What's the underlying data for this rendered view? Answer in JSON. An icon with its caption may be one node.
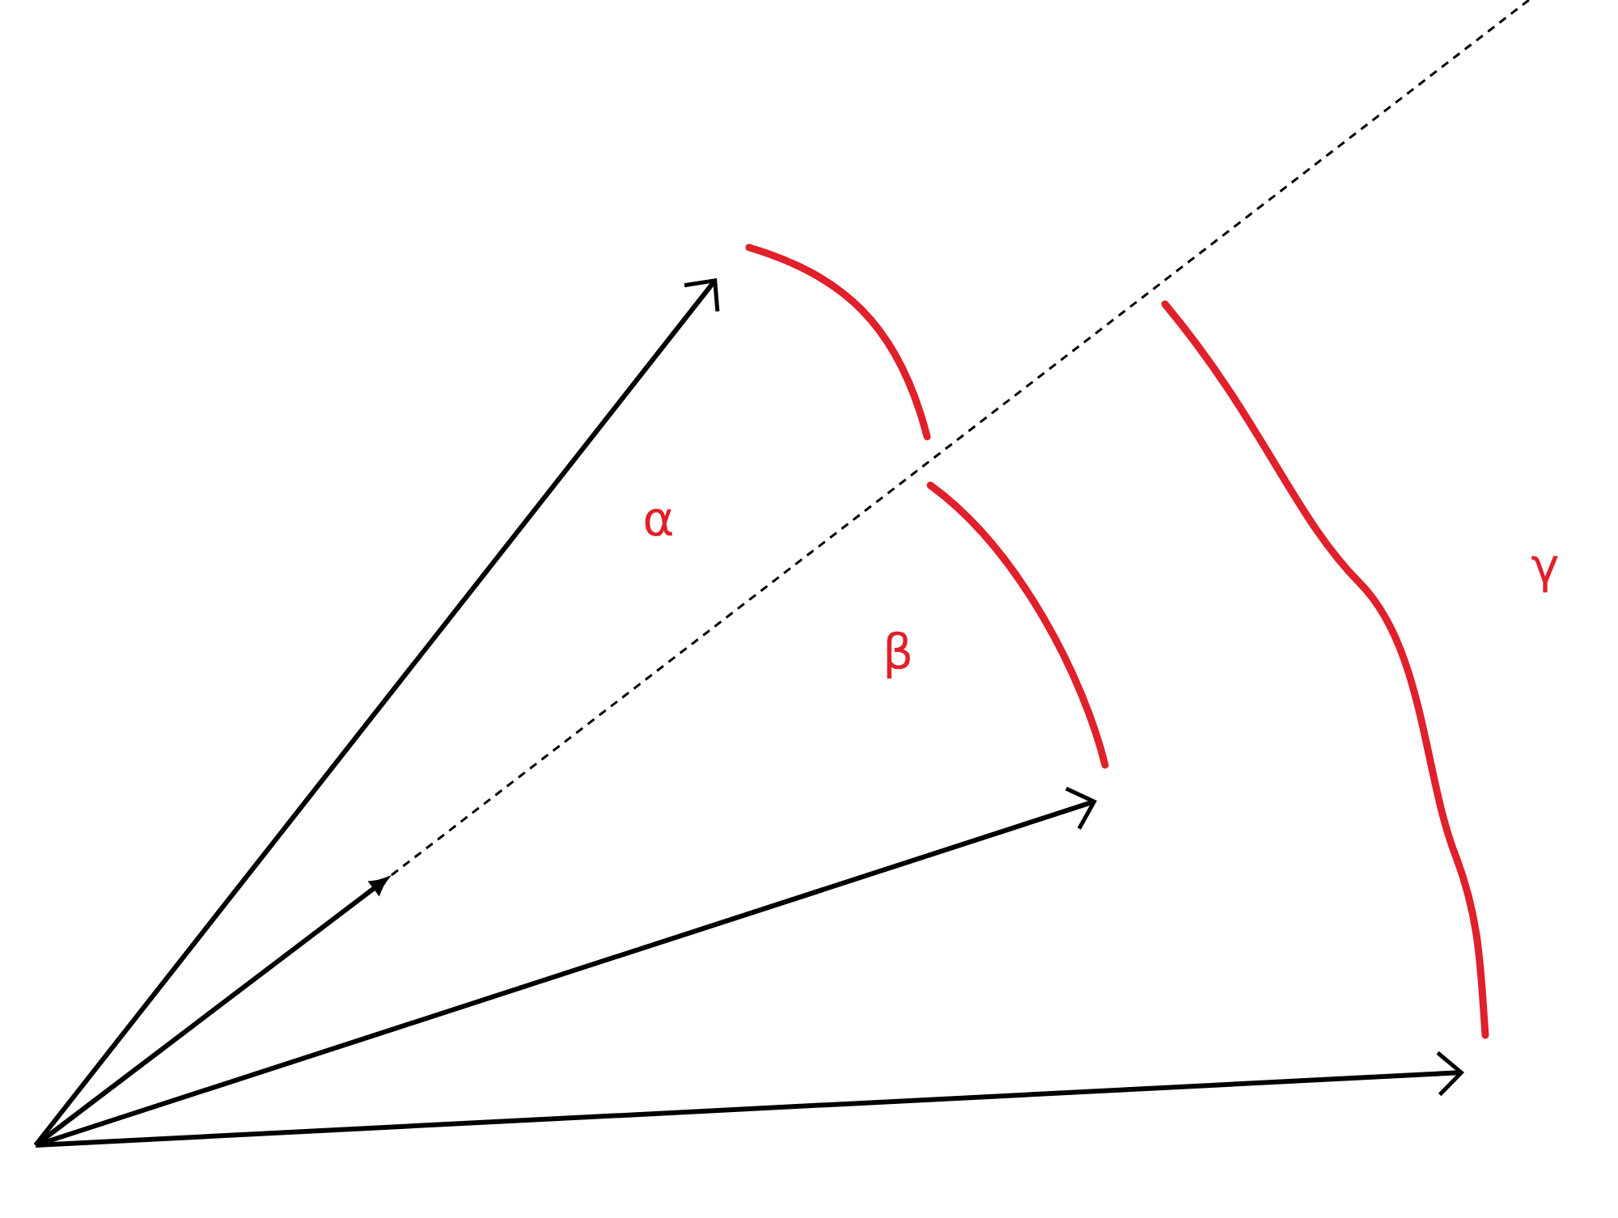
{
  "diagram": {
    "labels": [
      "α",
      "β",
      "γ"
    ]
  }
}
